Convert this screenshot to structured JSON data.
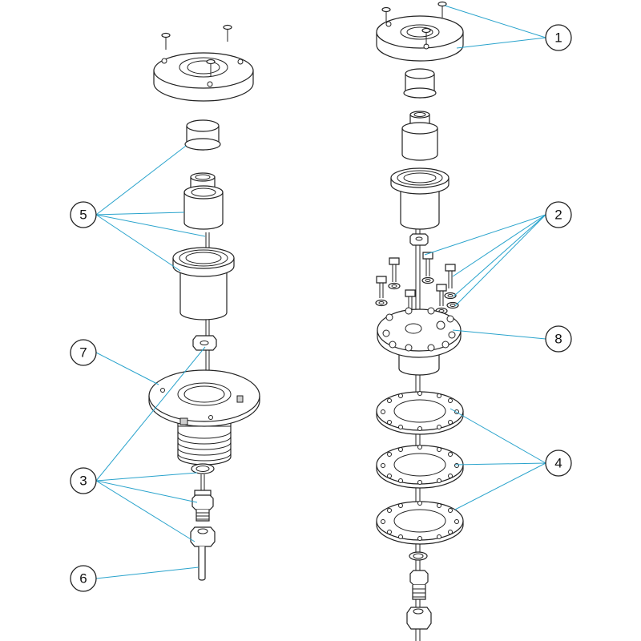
{
  "diagram": {
    "colors": {
      "leader": "#29a3cc",
      "outline": "#222222",
      "fill": "#ffffff"
    },
    "callouts": [
      {
        "id": "c1",
        "label": "1"
      },
      {
        "id": "c2",
        "label": "2"
      },
      {
        "id": "c3",
        "label": "3"
      },
      {
        "id": "c4",
        "label": "4"
      },
      {
        "id": "c5",
        "label": "5"
      },
      {
        "id": "c6",
        "label": "6"
      },
      {
        "id": "c7",
        "label": "7"
      },
      {
        "id": "c8",
        "label": "8"
      }
    ]
  }
}
